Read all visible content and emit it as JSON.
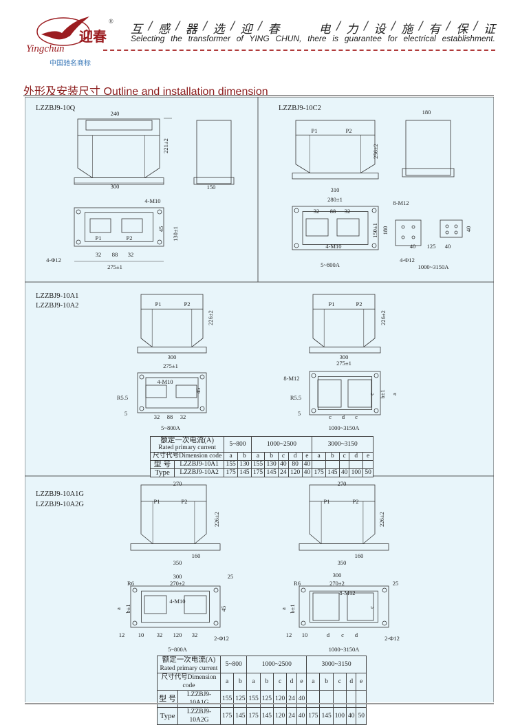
{
  "header": {
    "brand_cn": "迎春",
    "brand_en": "Yingchun",
    "registered": "®",
    "slogan_cn": [
      "互",
      "感",
      "器",
      "选",
      "迎",
      "春",
      "电",
      "力",
      "设",
      "施",
      "有",
      "保",
      "证"
    ],
    "slogan_en": "Selecting the transformer of YING CHUN, there is guarantee for electrical establishment.",
    "trademark": "中国驰名商标"
  },
  "section_title": "外形及安装尺寸 Outline and installation dimension",
  "colors": {
    "brand": "#9b1c20",
    "panel_bg": "#e8f5fa",
    "trademark": "#3a78b8"
  },
  "panels": [
    {
      "titles": [
        "LZZBJ9-10Q"
      ],
      "labels": [
        "240",
        "221±2",
        "300",
        "150",
        "4-M10",
        "45",
        "130±1",
        "P1",
        "P2",
        "32",
        "88",
        "32",
        "4-Φ12",
        "275±1"
      ]
    },
    {
      "titles": [
        "LZZBJ9-10C2"
      ],
      "labels": [
        "P1",
        "P2",
        "256±2",
        "180",
        "310",
        "280±1",
        "32",
        "88",
        "32",
        "150±1",
        "180",
        "4-M10",
        "4-Φ12",
        "5~800A",
        "8-M12",
        "40",
        "125",
        "40",
        "40",
        "1000~3150A"
      ]
    },
    {
      "titles": [
        "LZZBJ9-10A1",
        "LZZBJ9-10A2"
      ],
      "labels": [
        "P1",
        "P2",
        "226±2",
        "300",
        "275±1",
        "4-M10",
        "45",
        "R5.5",
        "5",
        "32",
        "88",
        "32",
        "5~800A",
        "P1",
        "P2",
        "226±2",
        "300",
        "275±1",
        "8-M12",
        "a",
        "b±1",
        "c",
        "R5.5",
        "5",
        "c",
        "d",
        "c",
        "1000~3150A"
      ]
    },
    {
      "titles": [
        "LZZBJ9-10A1G",
        "LZZBJ9-10A2G"
      ],
      "labels": [
        "270",
        "P1",
        "P2",
        "226±2",
        "160",
        "350",
        "300",
        "270±2",
        "25",
        "R6",
        "4-M10",
        "a",
        "b±1",
        "45",
        "12",
        "10",
        "32",
        "120",
        "32",
        "2-Φ12",
        "5~800A",
        "270",
        "P1",
        "P2",
        "226±2",
        "160",
        "350",
        "300",
        "270±2",
        "25",
        "R6",
        "8-M12",
        "a",
        "b±1",
        "c",
        "12",
        "10",
        "d",
        "c",
        "d",
        "2-Φ12",
        "1000~3150A"
      ]
    }
  ],
  "table1": {
    "rated_cn": "额定一次电流(A)",
    "rated_en": "Rated primary current",
    "ranges": [
      "5~800",
      "1000~2500",
      "3000~3150"
    ],
    "code_cn": "尺寸代号",
    "code_en": "Dimension code",
    "codes": [
      "a",
      "b",
      "a",
      "b",
      "c",
      "d",
      "e",
      "a",
      "b",
      "c",
      "d",
      "e"
    ],
    "type_cn": "型 号",
    "type_en": "Type",
    "rows": [
      {
        "model": "LZZBJ9-10A1",
        "values": [
          "155",
          "130",
          "155",
          "130",
          "40",
          "80",
          "40",
          "",
          "",
          "",
          "",
          ""
        ]
      },
      {
        "model": "LZZBJ9-10A2",
        "values": [
          "175",
          "145",
          "175",
          "145",
          "24",
          "120",
          "40",
          "175",
          "145",
          "40",
          "100",
          "50"
        ]
      }
    ]
  },
  "table2": {
    "rated_cn": "额定一次电流(A)",
    "rated_en": "Rated primary current",
    "ranges": [
      "5~800",
      "1000~2500",
      "3000~3150"
    ],
    "code_cn": "尺寸代号",
    "code_en": "Dimension code",
    "codes": [
      "a",
      "b",
      "a",
      "b",
      "c",
      "d",
      "e",
      "a",
      "b",
      "c",
      "d",
      "e"
    ],
    "type_cn": "型 号",
    "type_en": "Type",
    "rows": [
      {
        "model": "LZZBJ9-10A1G",
        "values": [
          "155",
          "125",
          "155",
          "125",
          "120",
          "24",
          "40",
          "",
          "",
          "",
          "",
          ""
        ]
      },
      {
        "model": "LZZBJ9-10A2G",
        "values": [
          "175",
          "145",
          "175",
          "145",
          "120",
          "24",
          "40",
          "175",
          "145",
          "100",
          "40",
          "50"
        ]
      }
    ]
  }
}
